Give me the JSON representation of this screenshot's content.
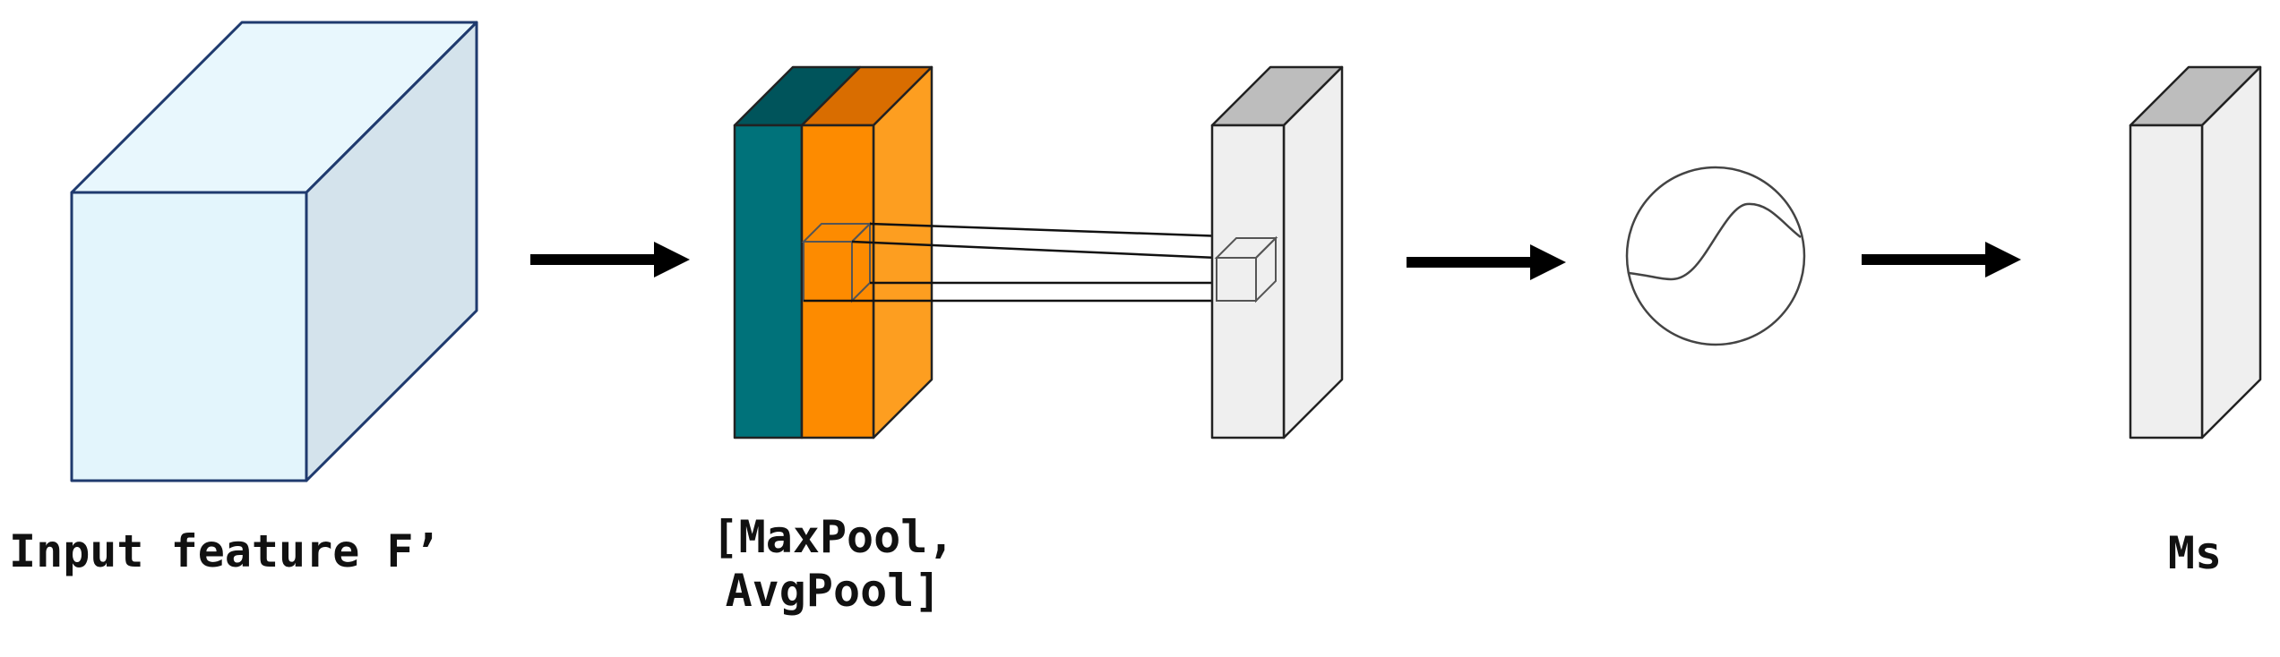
{
  "labels": {
    "input_feature": "Input feature F’",
    "pool_line1": "[MaxPool,",
    "pool_line2": "AvgPool]",
    "output": "Ms"
  },
  "colors": {
    "input_cube_front": "#e3f5fc",
    "input_cube_top": "#e8f7fd",
    "input_cube_side": "#d4e3ec",
    "input_cube_stroke": "#1f3a6e",
    "maxpool_front": "#00727a",
    "maxpool_top": "#00545b",
    "avgpool_front": "#fd8b00",
    "avgpool_top": "#d96d00",
    "avgpool_side": "#fd9e20",
    "map_front": "#efefef",
    "map_top": "#bdbdbd",
    "arrow": "#000000"
  },
  "icons": {
    "sigmoid": "sigmoid-icon"
  }
}
